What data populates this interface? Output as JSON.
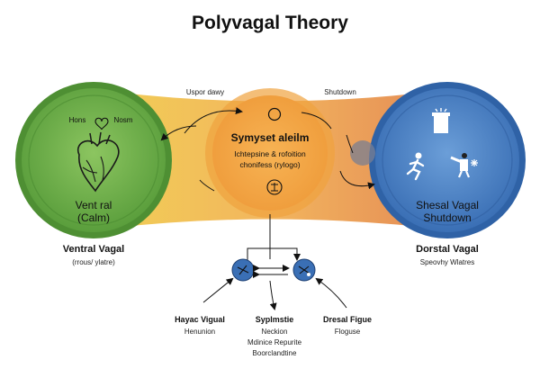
{
  "title": "Polyvagal Theory",
  "top_labels": {
    "left": "Uspor dawy",
    "right": "Shutdown"
  },
  "ventral": {
    "inner_left": "Hons",
    "inner_right": "Nosm",
    "inner_line1": "Vent ral",
    "inner_line2": "(Calm)",
    "label_title": "Ventral Vagal",
    "label_sub": "(rrous/ ylatre)",
    "color": "#5a9e3c"
  },
  "sympathetic": {
    "title": "Symyset aleilm",
    "line1": "Ichtepsine & rofoition",
    "line2": "chonifess (rylogo)",
    "color": "#ef9c3b"
  },
  "dorsal": {
    "inner_line1": "Shesal Vagal",
    "inner_line2": "Shutdown",
    "label_title": "Dorstal Vagal",
    "label_sub": "Speovhy Wlatres",
    "color": "#3a6fb5"
  },
  "band_colors": {
    "left": "#f1cf55",
    "mid": "#f2b55e",
    "right": "#e48a55"
  },
  "bottom": {
    "col1_title": "Hayac Vigual",
    "col1_line1": "Henunion",
    "col2_title": "Syplmstie",
    "col2_line1": "Neckion",
    "col2_line2": "Mdinice Repurite",
    "col2_line3": "Boorclandtine",
    "col3_title": "Dresal Figue",
    "col3_line1": "Floguse"
  },
  "icons": [
    "heart-icon",
    "heart-outline-icon",
    "brain-icon",
    "running-person-icon",
    "figure-icon",
    "building-icon",
    "sparkle-icon",
    "nerve-node-icon"
  ]
}
